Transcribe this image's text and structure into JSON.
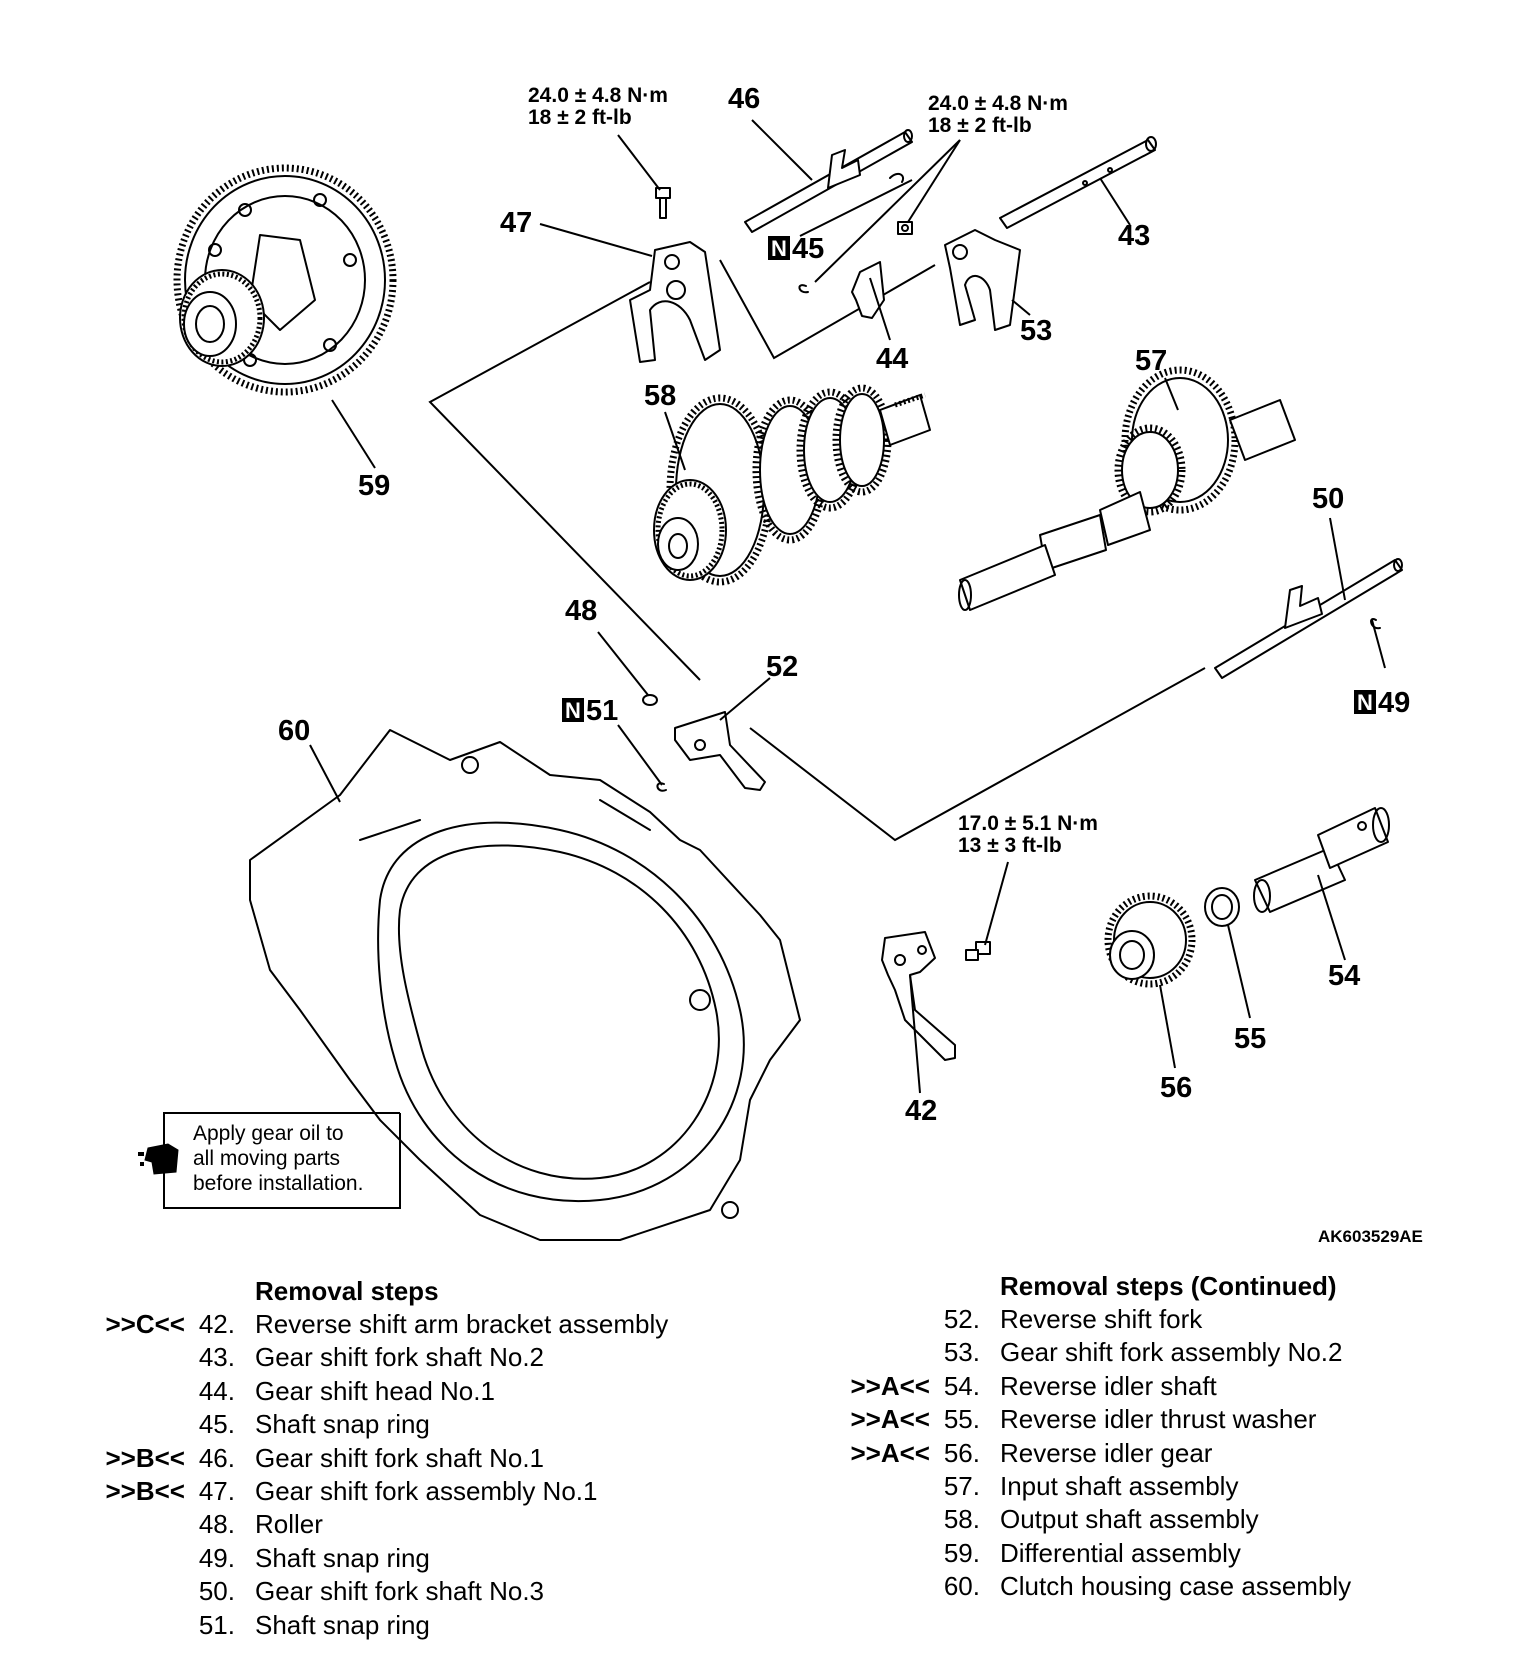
{
  "torque": {
    "t1": {
      "nm": "24.0 ± 4.8 N·m",
      "ft": "18 ± 2 ft-lb"
    },
    "t2": {
      "nm": "24.0 ± 4.8 N·m",
      "ft": "18 ± 2 ft-lb"
    },
    "t3": {
      "nm": "17.0 ± 5.1 N·m",
      "ft": "13 ± 3 ft-lb"
    }
  },
  "callouts": {
    "p42": "42",
    "p43": "43",
    "p44": "44",
    "p45": "45",
    "p46": "46",
    "p47": "47",
    "p48": "48",
    "p49": "49",
    "p50": "50",
    "p51": "51",
    "p52": "52",
    "p53": "53",
    "p54": "54",
    "p55": "55",
    "p56": "56",
    "p57": "57",
    "p58": "58",
    "p59": "59",
    "p60": "60"
  },
  "new_part_mark": "N",
  "note": {
    "line1": "Apply gear oil to",
    "line2": "all moving parts",
    "line3": "before installation."
  },
  "figure_id": "AK603529AE",
  "removal_left": {
    "heading": "Removal steps",
    "items": [
      {
        "mark": ">>C<<",
        "no": "42.",
        "label": "Reverse shift arm bracket assembly"
      },
      {
        "mark": "",
        "no": "43.",
        "label": "Gear shift fork shaft No.2"
      },
      {
        "mark": "",
        "no": "44.",
        "label": "Gear shift head No.1"
      },
      {
        "mark": "",
        "no": "45.",
        "label": "Shaft snap ring"
      },
      {
        "mark": ">>B<<",
        "no": "46.",
        "label": "Gear shift fork shaft No.1"
      },
      {
        "mark": ">>B<<",
        "no": "47.",
        "label": "Gear shift fork assembly No.1"
      },
      {
        "mark": "",
        "no": "48.",
        "label": "Roller"
      },
      {
        "mark": "",
        "no": "49.",
        "label": "Shaft snap ring"
      },
      {
        "mark": "",
        "no": "50.",
        "label": "Gear shift fork shaft No.3"
      },
      {
        "mark": "",
        "no": "51.",
        "label": "Shaft snap ring"
      }
    ]
  },
  "removal_right": {
    "heading": "Removal steps (Continued)",
    "items": [
      {
        "mark": "",
        "no": "52.",
        "label": "Reverse shift fork"
      },
      {
        "mark": "",
        "no": "53.",
        "label": "Gear shift fork assembly No.2"
      },
      {
        "mark": ">>A<<",
        "no": "54.",
        "label": "Reverse idler shaft"
      },
      {
        "mark": ">>A<<",
        "no": "55.",
        "label": "Reverse idler thrust washer"
      },
      {
        "mark": ">>A<<",
        "no": "56.",
        "label": "Reverse idler gear"
      },
      {
        "mark": "",
        "no": "57.",
        "label": "Input shaft assembly"
      },
      {
        "mark": "",
        "no": "58.",
        "label": "Output shaft assembly"
      },
      {
        "mark": "",
        "no": "59.",
        "label": "Differential assembly"
      },
      {
        "mark": "",
        "no": "60.",
        "label": "Clutch housing case assembly"
      }
    ]
  }
}
